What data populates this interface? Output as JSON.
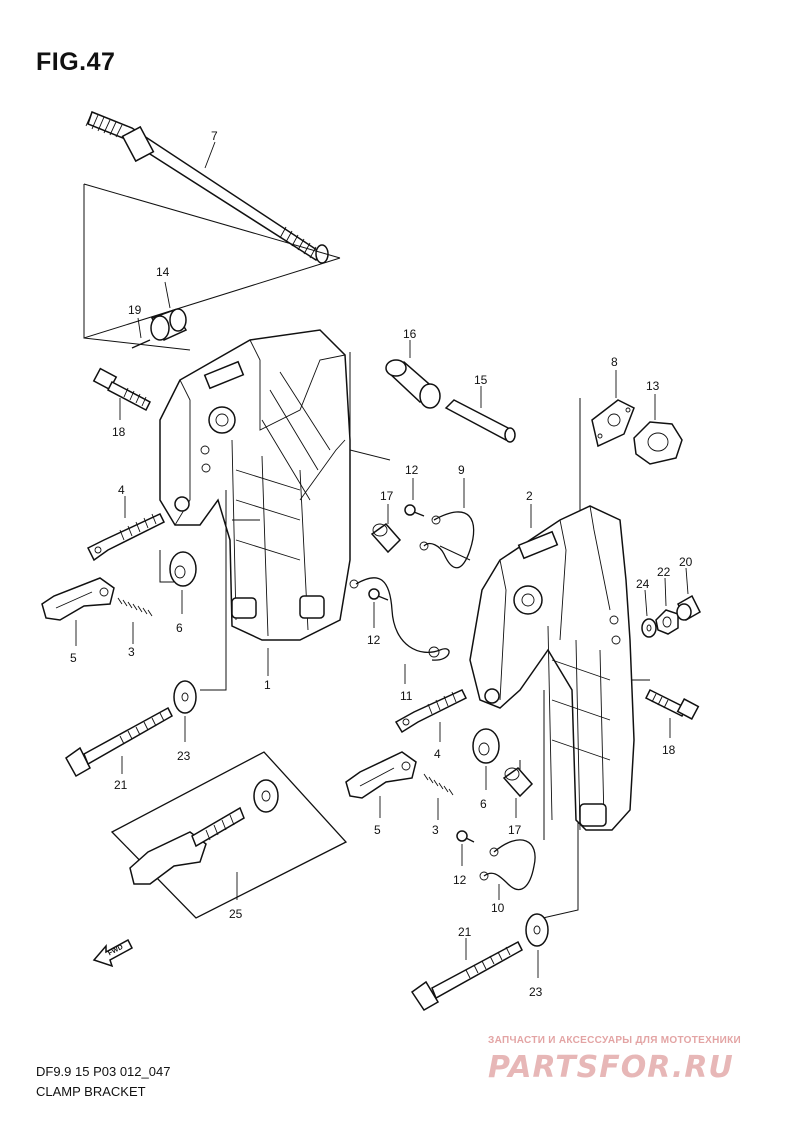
{
  "figure": {
    "title": "FIG.47",
    "model_code": "DF9.9 15 P03 012_047",
    "caption": "CLAMP BRACKET"
  },
  "watermark": {
    "tagline": "ЗАПЧАСТИ И АКСЕССУАРЫ ДЛЯ МОТОТЕХНИКИ",
    "brand": "PARTSFOR.RU"
  },
  "fwd_label": "FWD",
  "callouts": {
    "c1": "1",
    "c2": "2",
    "c3a": "3",
    "c3b": "3",
    "c4a": "4",
    "c4b": "4",
    "c5a": "5",
    "c5b": "5",
    "c6a": "6",
    "c6b": "6",
    "c7": "7",
    "c8": "8",
    "c9": "9",
    "c10": "10",
    "c11": "11",
    "c12a": "12",
    "c12b": "12",
    "c12c": "12",
    "c13": "13",
    "c14": "14",
    "c15": "15",
    "c16": "16",
    "c17a": "17",
    "c17b": "17",
    "c18a": "18",
    "c18b": "18",
    "c19": "19",
    "c20": "20",
    "c21a": "21",
    "c21b": "21",
    "c22": "22",
    "c23a": "23",
    "c23b": "23",
    "c24": "24",
    "c25": "25"
  }
}
